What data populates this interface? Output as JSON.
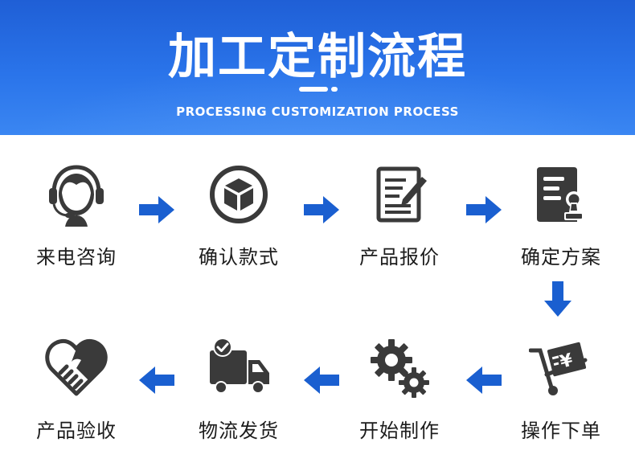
{
  "header": {
    "title": "加工定制流程",
    "subtitle": "PROCESSING CUSTOMIZATION PROCESS"
  },
  "steps": [
    {
      "label": "来电咨询",
      "icon": "customer-service-headset-icon"
    },
    {
      "label": "确认款式",
      "icon": "package-cube-icon"
    },
    {
      "label": "产品报价",
      "icon": "document-edit-icon"
    },
    {
      "label": "确定方案",
      "icon": "document-stamp-icon"
    },
    {
      "label": "操作下单",
      "icon": "cart-yen-icon"
    },
    {
      "label": "开始制作",
      "icon": "gears-icon"
    },
    {
      "label": "物流发货",
      "icon": "delivery-truck-icon"
    },
    {
      "label": "产品验收",
      "icon": "heart-handshake-icon"
    }
  ],
  "colors": {
    "header_blue": "#2a74ea",
    "arrow_blue": "#1a5fd0",
    "icon_dark": "#3a3a3a",
    "text": "#1c1c1c"
  }
}
